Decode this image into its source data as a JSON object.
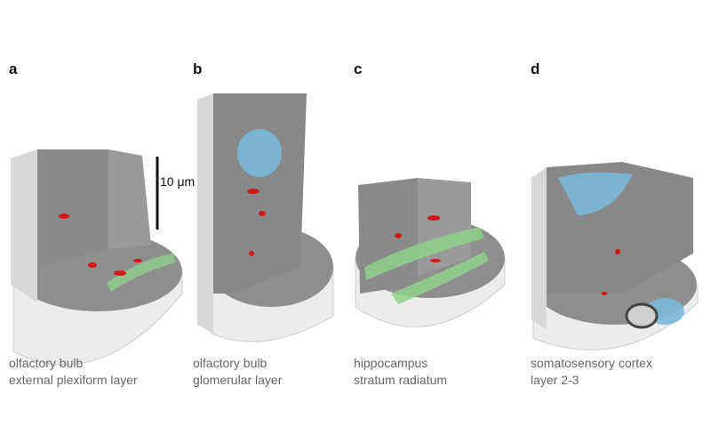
{
  "panels": [
    {
      "letter": "a",
      "caption_line1": "olfactory bulb",
      "caption_line2": "external plexiform layer"
    },
    {
      "letter": "b",
      "caption_line1": "olfactory bulb",
      "caption_line2": "glomerular layer"
    },
    {
      "letter": "c",
      "caption_line1": "hippocampus",
      "caption_line2": "stratum radiatum"
    },
    {
      "letter": "d",
      "caption_line1": "somatosensory cortex",
      "caption_line2": "layer 2-3"
    }
  ],
  "scale_bar": {
    "label": "10 μm"
  },
  "colors": {
    "tissue": "#8e8e8e",
    "tissue_dark": "#6a6a6a",
    "side": "#ececec",
    "red": "#d01818",
    "green": "#8fd08a",
    "blue": "#7ab8d8"
  }
}
